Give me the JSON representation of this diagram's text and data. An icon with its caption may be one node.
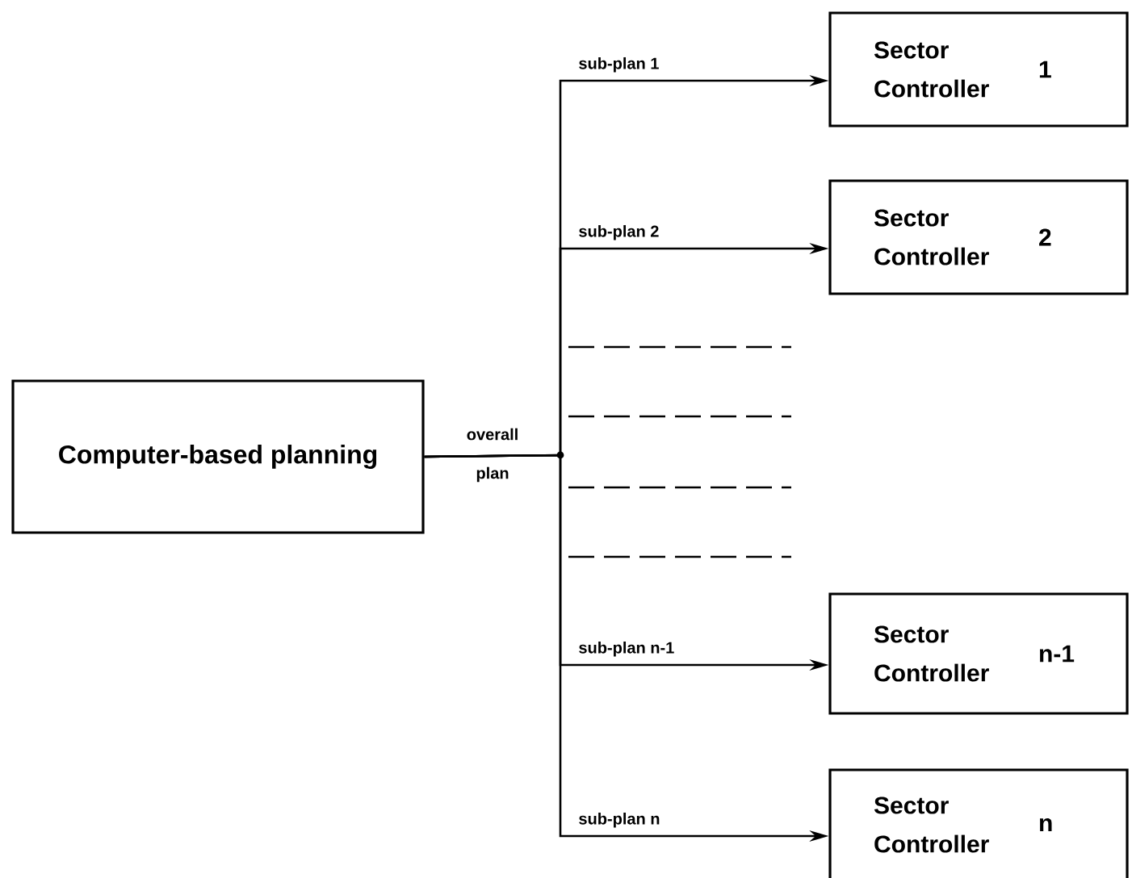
{
  "diagram": {
    "nodes": [
      {
        "text": [
          "Computer-based planning"
        ]
      },
      {
        "text": [
          "Sector Controller",
          "1"
        ]
      },
      {
        "text": [
          "Sector Controller",
          "2"
        ]
      },
      {
        "text": [
          "Sector Controller",
          "n-1"
        ]
      },
      {
        "text": [
          "Sector Controller",
          "n"
        ]
      }
    ],
    "edges": [
      {
        "from": 0,
        "to": 1,
        "arrow": "to",
        "label": "sub-plan 1"
      },
      {
        "from": 0,
        "to": 2,
        "arrow": "to",
        "label": "sub-plan 2"
      },
      {
        "from": 0,
        "to": 3,
        "arrow": "to",
        "label": "sub-plan n-1"
      },
      {
        "from": 0,
        "to": 4,
        "arrow": "to",
        "label": "sub-plan n"
      }
    ],
    "labels": [
      "overall plan"
    ]
  }
}
